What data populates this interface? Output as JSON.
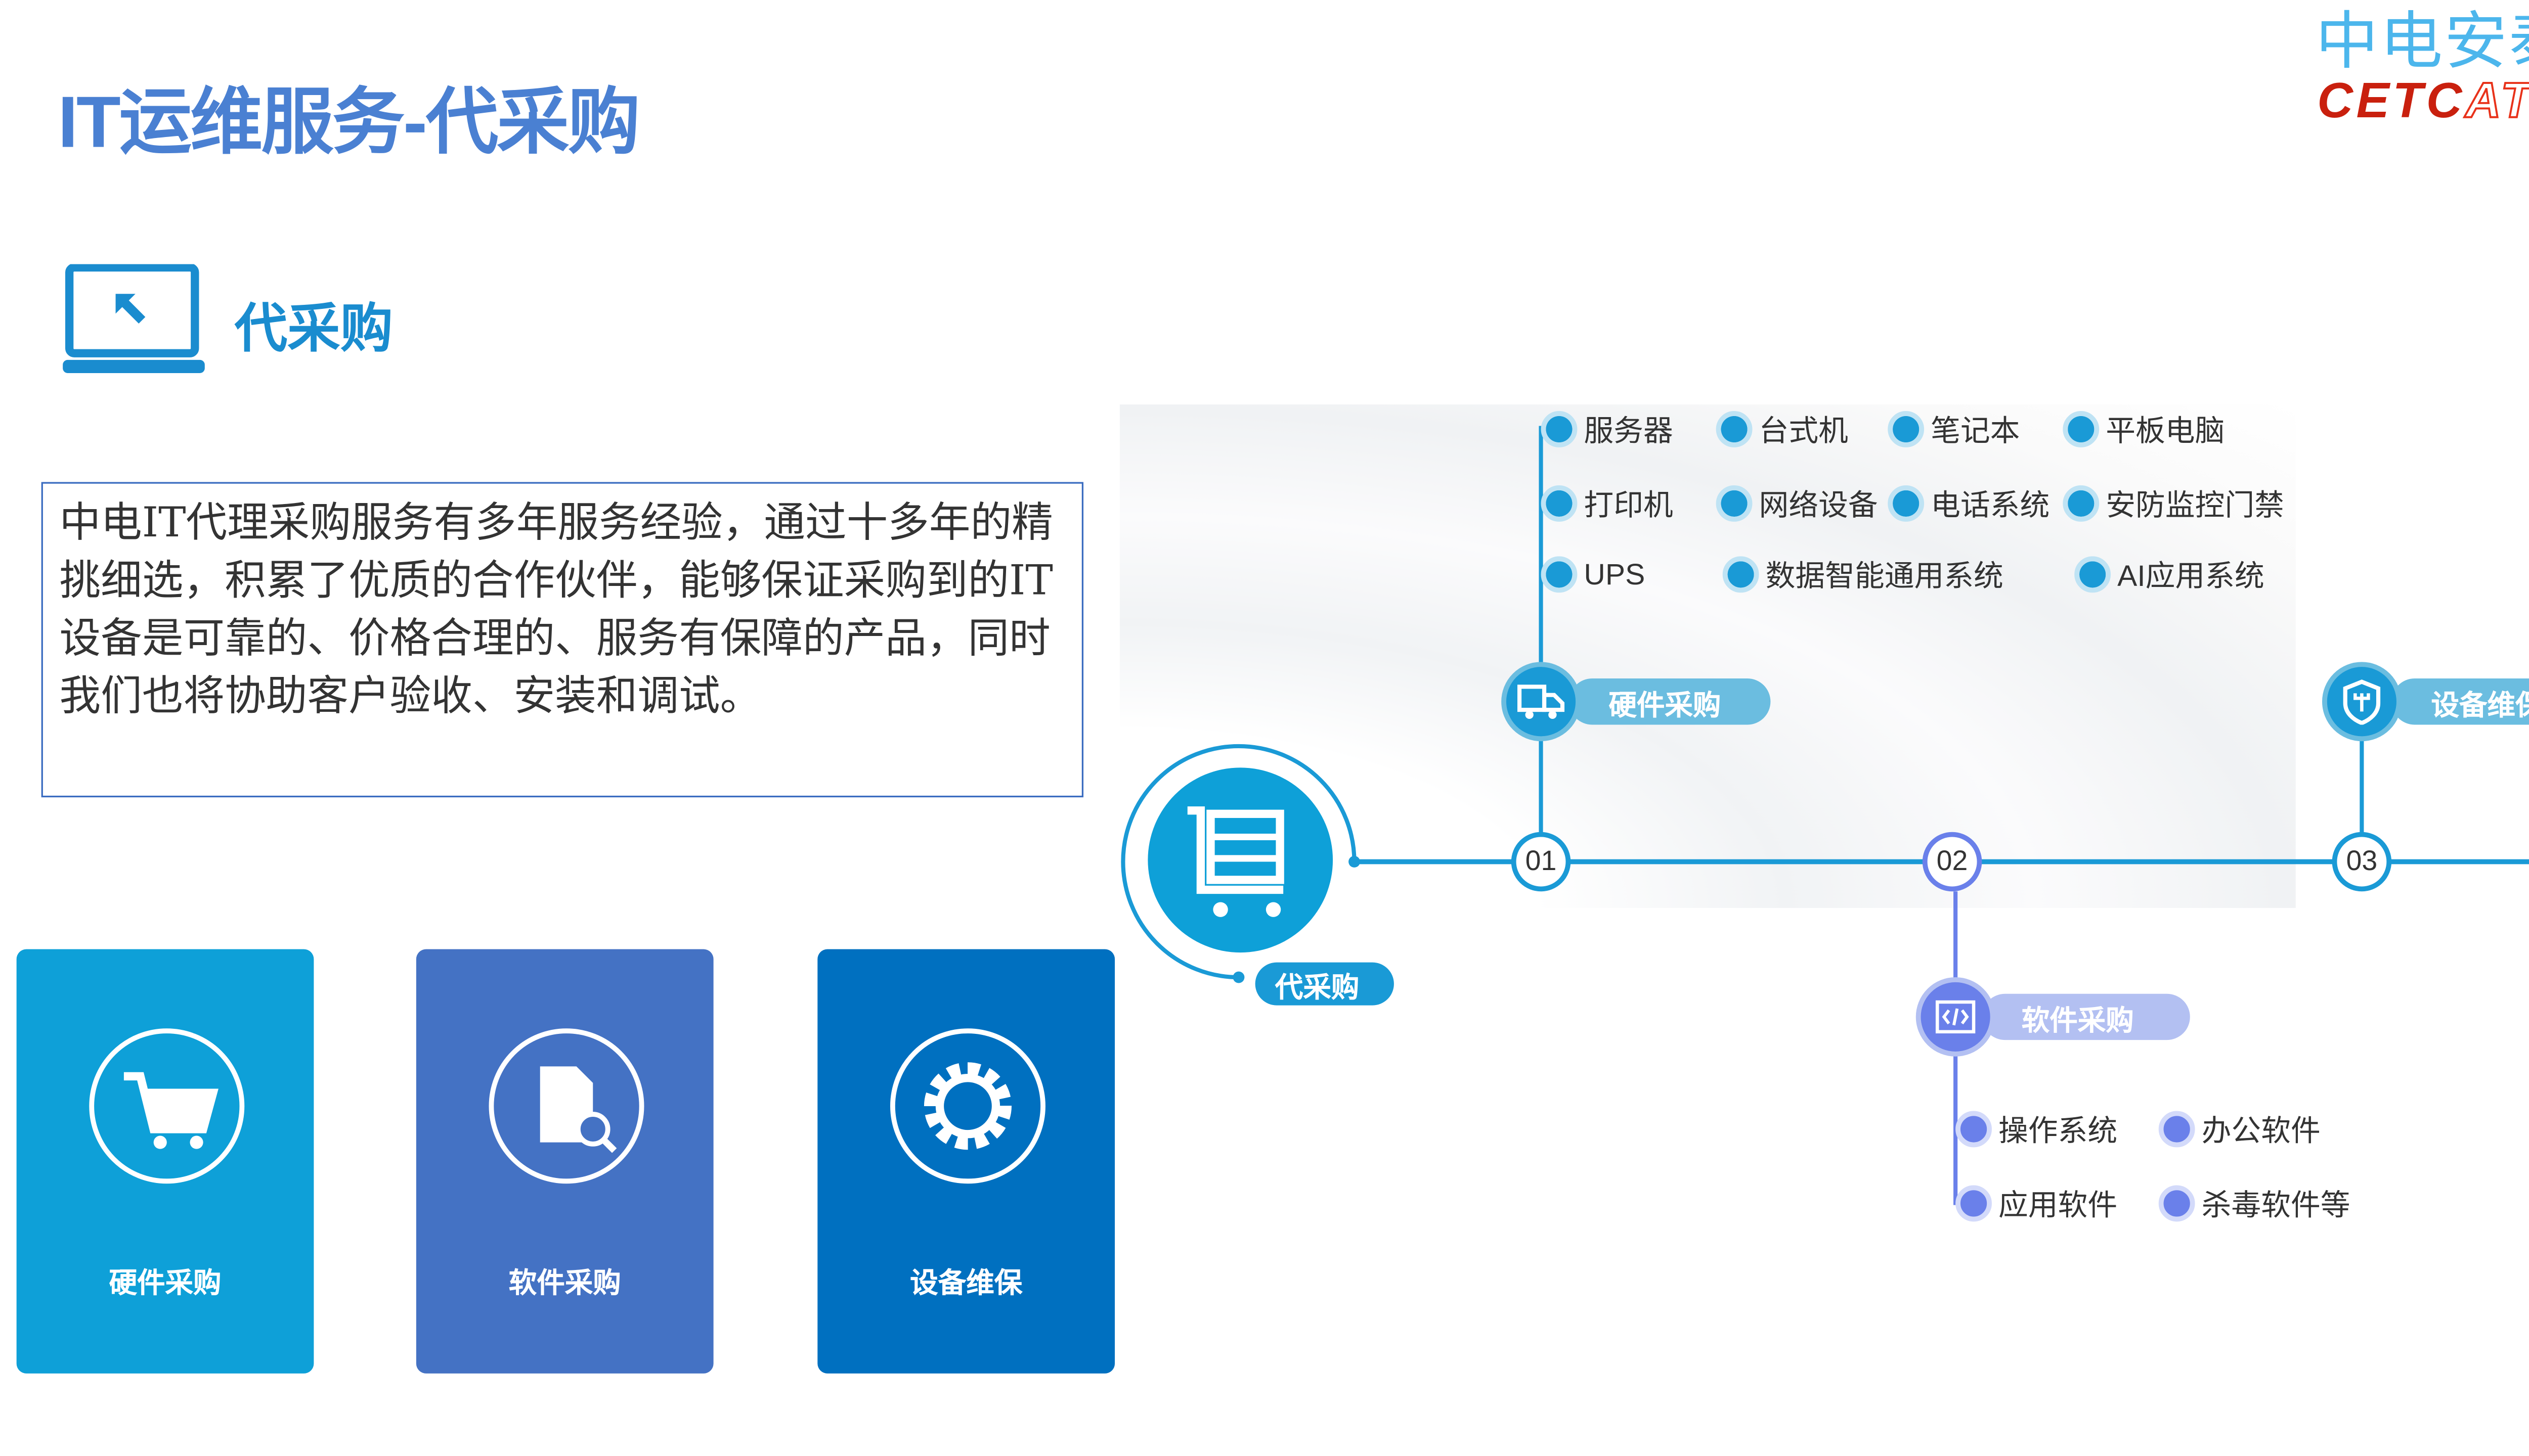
{
  "title": "IT运维服务-代采购",
  "logo": {
    "cn": "中电安泰",
    "en_a": "CETC",
    "en_b": "AT"
  },
  "section": {
    "title": "代采购"
  },
  "description": "中电IT代理采购服务有多年服务经验，通过十多年的精挑细选，积累了优质的合作伙伴，能够保证采购到的IT设备是可靠的、价格合理的、服务有保障的产品，同时我们也将协助客户验收、安装和调试。",
  "cards": [
    {
      "label": "硬件采购",
      "color": "#0ea0d8"
    },
    {
      "label": "软件采购",
      "color": "#4472c4"
    },
    {
      "label": "设备维保",
      "color": "#0070c0"
    }
  ],
  "diagram": {
    "center_label": "代采购",
    "nodes": [
      "01",
      "02",
      "03"
    ],
    "hardware": {
      "label": "硬件采购",
      "items": [
        "服务器",
        "台式机",
        "笔记本",
        "平板电脑",
        "打印机",
        "网络设备",
        "电话系统",
        "安防监控门禁",
        "UPS",
        "数据智能通用系统",
        "AI应用系统"
      ]
    },
    "software": {
      "label": "软件采购",
      "items": [
        "操作系统",
        "办公软件",
        "应用软件",
        "杀毒软件等"
      ]
    },
    "maintenance": {
      "label": "设备维保"
    }
  }
}
